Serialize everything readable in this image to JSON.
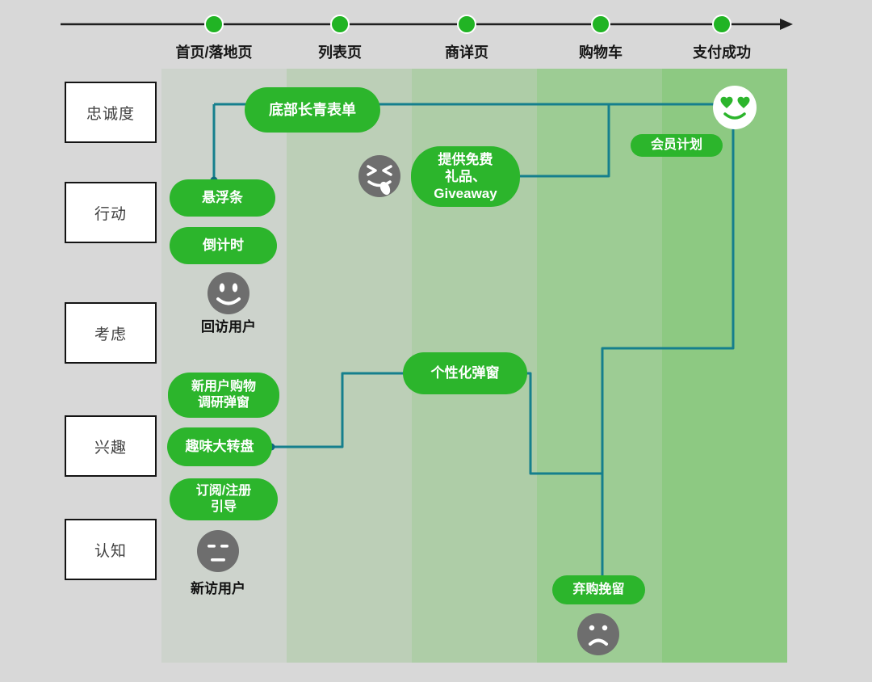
{
  "colors": {
    "page_bg": "#d8d8d8",
    "pill_green": "#2cb52c",
    "timeline_dot_green": "#21b424",
    "connector_teal": "#157f8d",
    "face_gray": "#6e6e6e",
    "band_colors": [
      "#cdd3cc",
      "#bccfb7",
      "#aecda7",
      "#9dcc94",
      "#8dc982"
    ]
  },
  "timeline": {
    "stages": [
      {
        "label": "首页/落地页"
      },
      {
        "label": "列表页"
      },
      {
        "label": "商详页"
      },
      {
        "label": "购物车"
      },
      {
        "label": "支付成功"
      }
    ]
  },
  "levels": [
    {
      "label": "忠诚度"
    },
    {
      "label": "行动"
    },
    {
      "label": "考虑"
    },
    {
      "label": "兴趣"
    },
    {
      "label": "认知"
    }
  ],
  "tactics": {
    "evergreen_form": {
      "lines": [
        "底部长青表单"
      ]
    },
    "floating_bar": {
      "lines": [
        "悬浮条"
      ]
    },
    "countdown": {
      "lines": [
        "倒计时"
      ]
    },
    "free_gift": {
      "lines": [
        "提供免费",
        "礼品、",
        "Giveaway"
      ]
    },
    "membership_plan": {
      "lines": [
        "会员计划"
      ]
    },
    "personalized_popup": {
      "lines": [
        "个性化弹窗"
      ]
    },
    "new_user_survey": {
      "lines": [
        "新用户购物",
        "调研弹窗"
      ]
    },
    "lucky_wheel": {
      "lines": [
        "趣味大转盘"
      ]
    },
    "subscribe_guide": {
      "lines": [
        "订阅/注册",
        "引导"
      ]
    },
    "cart_abandon": {
      "lines": [
        "弃购挽留"
      ]
    }
  },
  "personas": {
    "returning_user": {
      "label": "回访用户"
    },
    "new_visitor": {
      "label": "新访用户"
    }
  }
}
